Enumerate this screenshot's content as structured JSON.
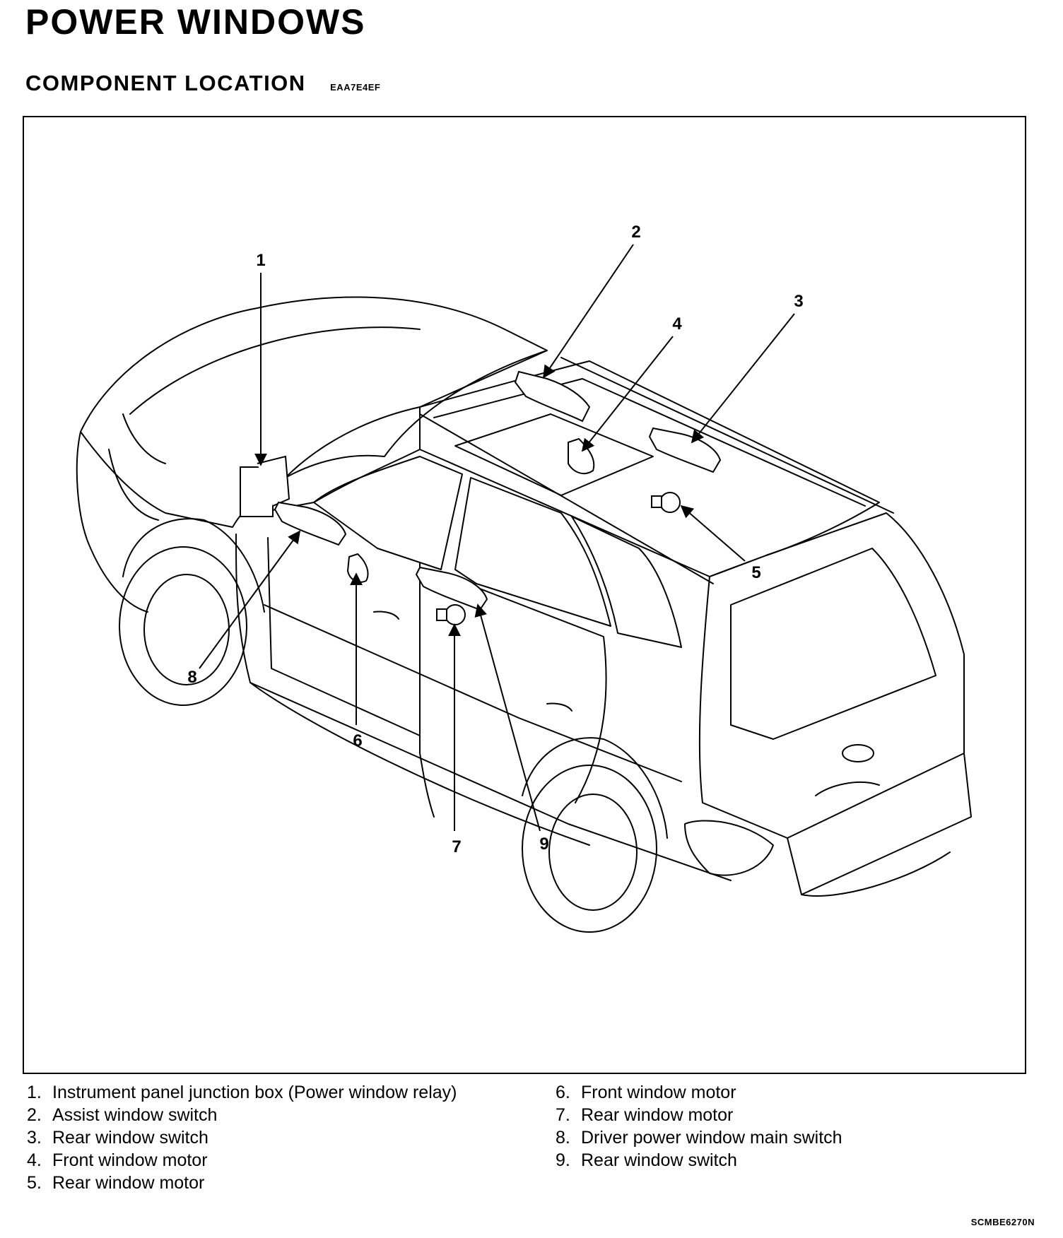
{
  "title": "POWER WINDOWS",
  "section": {
    "title": "COMPONENT LOCATION",
    "code": "EAA7E4EF"
  },
  "figure": {
    "code": "SCMBE6270N",
    "callouts": [
      "1",
      "2",
      "3",
      "4",
      "5",
      "6",
      "7",
      "8",
      "9"
    ]
  },
  "legend": {
    "left": [
      {
        "num": "1.",
        "text": "Instrument panel junction box (Power window relay)"
      },
      {
        "num": "2.",
        "text": "Assist window switch"
      },
      {
        "num": "3.",
        "text": "Rear window switch"
      },
      {
        "num": "4.",
        "text": "Front window motor"
      },
      {
        "num": "5.",
        "text": "Rear window motor"
      }
    ],
    "right": [
      {
        "num": "6.",
        "text": "Front window motor"
      },
      {
        "num": "7.",
        "text": "Rear window motor"
      },
      {
        "num": "8.",
        "text": "Driver power window main switch"
      },
      {
        "num": "9.",
        "text": "Rear window switch"
      }
    ]
  }
}
